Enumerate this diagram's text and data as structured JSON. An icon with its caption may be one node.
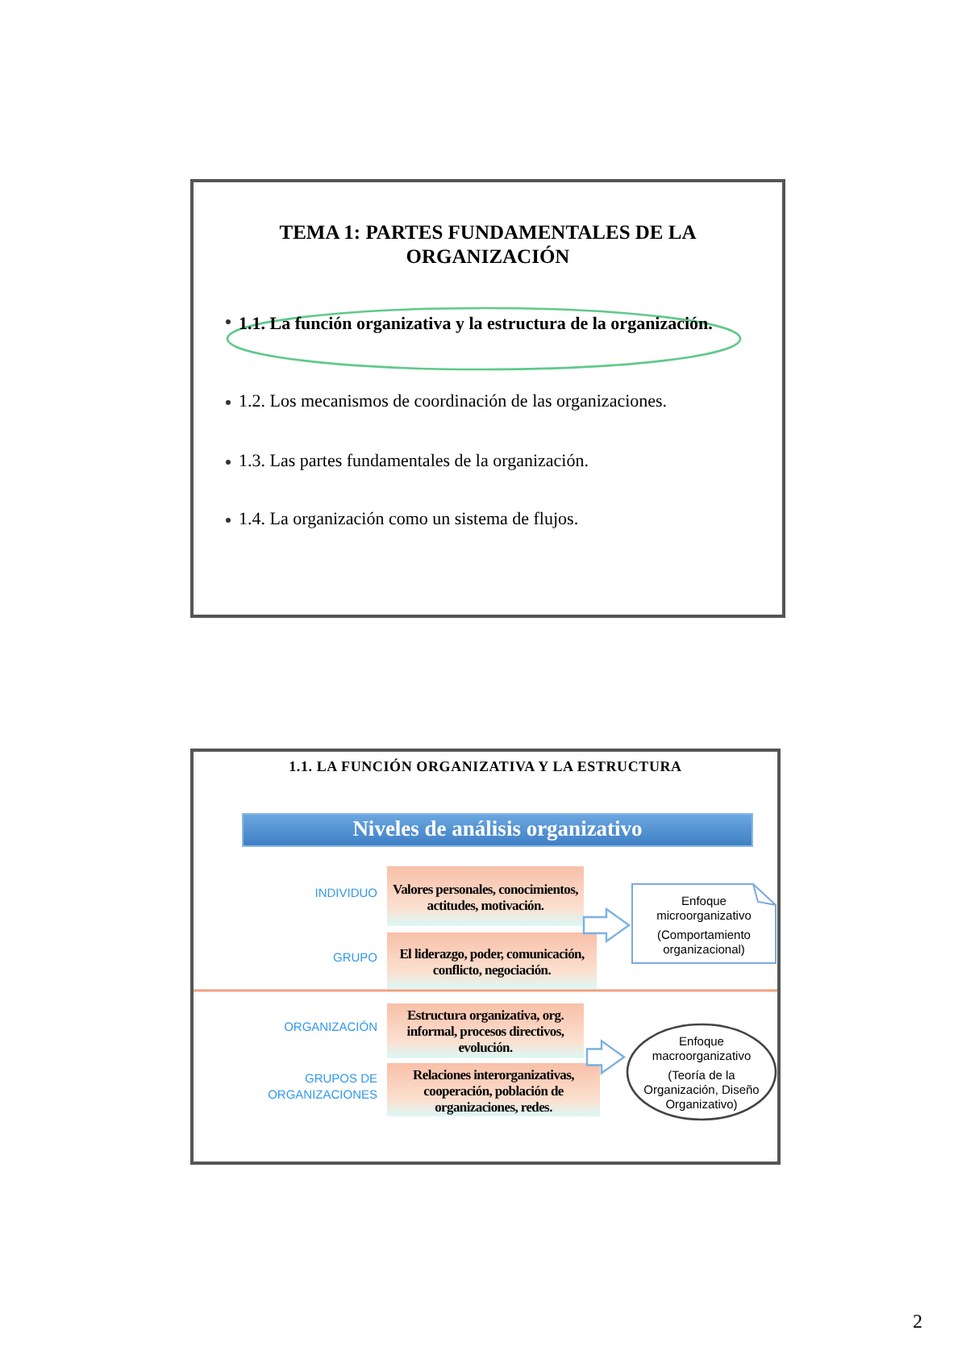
{
  "diagram": {
    "nodes": [
      {
        "text": [
          "TEMA 1: PARTES FUNDAMENTALES DE LA ORGANIZACIÓN"
        ]
      },
      {
        "text": [
          "1.1. La función organizativa y la estructura de la organización."
        ],
        "in": 0
      },
      {
        "text": [
          "1.1. LA FUNCIÓN ORGANIZATIVA Y LA ESTRUCTURA"
        ]
      },
      {
        "text": [
          "Niveles de análisis organizativo"
        ],
        "in": 2
      },
      {
        "text": [
          "Valores personales, conocimientos, actitudes, motivación."
        ],
        "in": 2,
        "beside": [
          "INDIVIDUO"
        ]
      },
      {
        "text": [
          "El liderazgo, poder, comunicación, conflicto, negociación."
        ],
        "in": 2,
        "beside": [
          "GRUPO"
        ]
      },
      {
        "text": [
          "Enfoque microorganizativo",
          "(Comportamiento organizacional)"
        ],
        "in": 2
      },
      {
        "text": [
          "Estructura organizativa, org. informal, procesos directivos, evolución."
        ],
        "in": 2,
        "beside": [
          "ORGANIZACIÓN"
        ]
      },
      {
        "text": [
          "Relaciones interorganizativas, cooperación, población de organizaciones, redes."
        ],
        "in": 2,
        "beside": [
          "GRUPOS DE ORGANIZACIONES"
        ]
      },
      {
        "text": [
          "Enfoque macroorganizativo",
          "(Teoría de la Organización, Diseño Organizativo)"
        ],
        "in": 2
      }
    ],
    "edges": [
      {
        "from": 4,
        "to": 6,
        "arrow": "to"
      },
      {
        "from": 5,
        "to": 6,
        "arrow": "to"
      },
      {
        "from": 7,
        "to": 9,
        "arrow": "to"
      },
      {
        "from": 8,
        "to": 9,
        "arrow": "to"
      }
    ],
    "labels": [
      "1.2. Los mecanismos de coordinación de las organizaciones.",
      "1.3. Las partes fundamentales de la organización.",
      "1.4. La organización como un sistema de flujos.",
      "2"
    ]
  }
}
